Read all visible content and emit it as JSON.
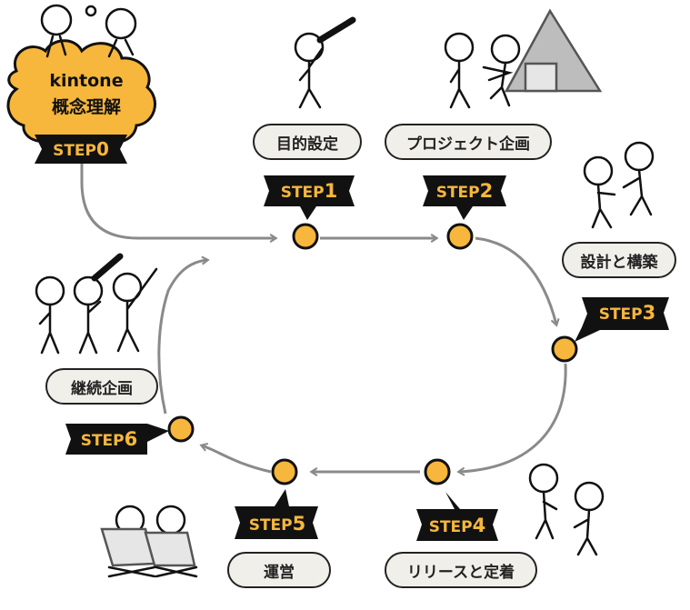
{
  "step0": {
    "title": "kintone",
    "subtitle": "概念理解",
    "label": "STEP",
    "num": "0"
  },
  "steps": [
    {
      "label": "STEP",
      "num": "1",
      "pill": "目的設定"
    },
    {
      "label": "STEP",
      "num": "2",
      "pill": "プロジェクト企画"
    },
    {
      "label": "STEP",
      "num": "3",
      "pill": "設計と構築"
    },
    {
      "label": "STEP",
      "num": "4",
      "pill": "リリースと定着"
    },
    {
      "label": "STEP",
      "num": "5",
      "pill": "運営"
    },
    {
      "label": "STEP",
      "num": "6",
      "pill": "継続企画"
    }
  ],
  "colors": {
    "accent": "#f6b73c",
    "dark": "#111111",
    "line": "#8a8a8a",
    "pill_bg": "#f1efe9"
  }
}
